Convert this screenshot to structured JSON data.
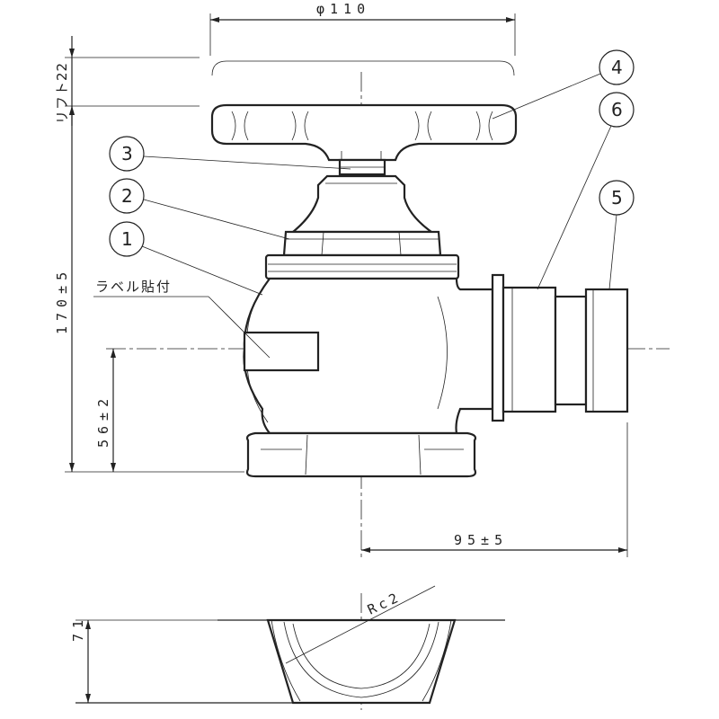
{
  "dimensions": {
    "diameter": "φ110",
    "lift": "リフト22",
    "height": "170±5",
    "inlet_height": "56±2",
    "outlet_length": "95±5",
    "bottom_height": "71",
    "thread": "Rc2"
  },
  "label_note": "ラベル貼付",
  "callouts": [
    "1",
    "2",
    "3",
    "4",
    "5",
    "6"
  ]
}
